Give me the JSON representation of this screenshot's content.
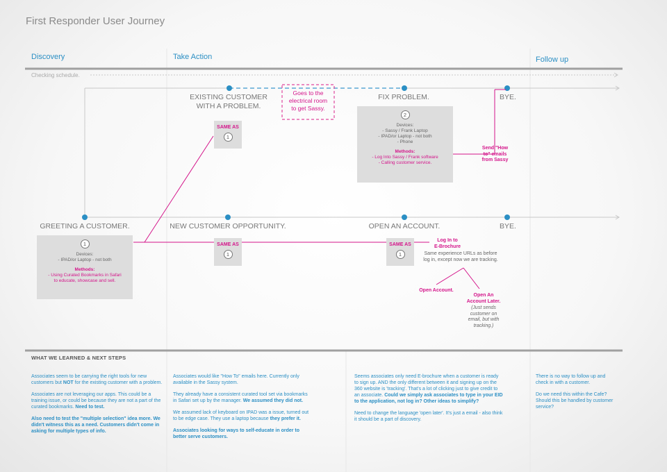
{
  "title": "First Responder User Journey",
  "phases": {
    "discovery": "Discovery",
    "take_action": "Take Action",
    "follow_up": "Follow up"
  },
  "checking": "Checking schedule.",
  "stages": {
    "existing": [
      "EXISTING CUSTOMER",
      "WITH A PROBLEM."
    ],
    "fix": "FIX PROBLEM.",
    "bye_top": "BYE.",
    "greeting": "GREETING A CUSTOMER.",
    "new_opp": "NEW CUSTOMER OPPORTUNITY.",
    "open_account": "OPEN AN ACCOUNT.",
    "bye_bottom": "BYE."
  },
  "callout": [
    "Goes to the",
    "electrical room",
    "to get Sassy."
  ],
  "boxes": {
    "greeting": {
      "num": "1",
      "devices_label": "Devices:",
      "devices": [
        "- IPAD/or Laptop - not both"
      ],
      "methods_label": "Methods:",
      "methods": [
        "- Using Curated Bookmarks in Safari",
        "to educate, showcase and sell."
      ]
    },
    "fix": {
      "num": "2",
      "devices_label": "Devices:",
      "devices": [
        "- Sassy / Frank Laptop",
        "- IPAD/or Laptop - not both",
        "- Phone"
      ],
      "methods_label": "Methods:",
      "methods": [
        "- Log Into Sassy / Frank software",
        "- Calling customer service."
      ]
    },
    "existing": {
      "same_as": "SAME AS",
      "num": "1"
    },
    "new_opp": {
      "same_as": "SAME AS",
      "num": "1"
    },
    "open_account": {
      "same_as": "SAME AS",
      "num": "1"
    }
  },
  "annotations": {
    "send_howto": [
      "Send \"How",
      "to\" emails",
      "from Sassy"
    ],
    "login_ebrochure": [
      "Log In to",
      "E-Brochure"
    ],
    "login_note": [
      "Same experience URLs as before",
      "log in, except now we are tracking."
    ],
    "open_account_branch": "Open Account.",
    "open_later": [
      "Open An",
      "Account Later."
    ],
    "open_later_note": [
      "(Just sends",
      "customer on",
      "email, but with",
      "tracking.)"
    ]
  },
  "learned": {
    "heading": "WHAT WE LEARNED & NEXT STEPS",
    "col1": {
      "p1a": "Associates seem to be carrying the right tools for new customers but ",
      "p1b": "NOT",
      "p1c": " for the existing customer with a problem.",
      "p2a": "Associates are not leveraging our apps. This could be a training issue, or could be because they are not a part of the curated bookmarks. ",
      "p2b": "Need to test.",
      "p3": "Also need to test the \"multiple selection\" idea more. We didn't witness this as a need. Customers didn't come in asking for multiple types of info."
    },
    "col2": {
      "p1": "Associates would like \"How To\" emails here. Currently only available in the Sassy system.",
      "p2a": "They already have a consistent curated tool set via bookmarks in Safari set up by the manager. ",
      "p2b": "We assumed they did not.",
      "p3a": "We assumed lack of keyboard on IPAD was a issue, turned out to be edge case. They use a laptop because ",
      "p3b": "they prefer it.",
      "p4": "Associates looking for ways to self-educate in order to better serve customers."
    },
    "col3": {
      "p1a": "Seems associates only need E-brochure when a customer is ready to sign up. AND the only different between it and signing up on the 360 website is 'tracking'. That's a lot of clicking just to give credit to an associate. ",
      "p1b": "Could we simply ask associates to type in your EID to the application, not log in? Other ideas to simplify?",
      "p2": "Need to change the language 'open later'. It's just a email - also think it should be a part of discovery."
    },
    "col4": {
      "p1": "There is no way to follow up and check in with a customer.",
      "p2": "Do we need this within the Cafe? Should this be handled by customer service?"
    }
  },
  "colors": {
    "accent": "#2b8fc4",
    "magenta": "#d4148a",
    "line": "#c8c8c8",
    "divider": "#a0a0a0",
    "box": "#dddddd"
  }
}
